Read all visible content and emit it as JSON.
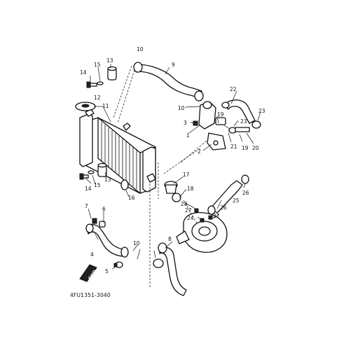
{
  "diagram": {
    "part_code": "4FU1351-3040",
    "fwd_label": "FWD",
    "callouts": [
      "1",
      "2",
      "3",
      "4",
      "5",
      "6",
      "7",
      "8",
      "9",
      "10",
      "10",
      "10",
      "11",
      "12",
      "13",
      "13",
      "14",
      "14",
      "15",
      "15",
      "16",
      "17",
      "18",
      "19",
      "19",
      "20",
      "21",
      "22",
      "23",
      "23",
      "24",
      "25",
      "26",
      "26",
      "27",
      "27",
      "28"
    ]
  }
}
